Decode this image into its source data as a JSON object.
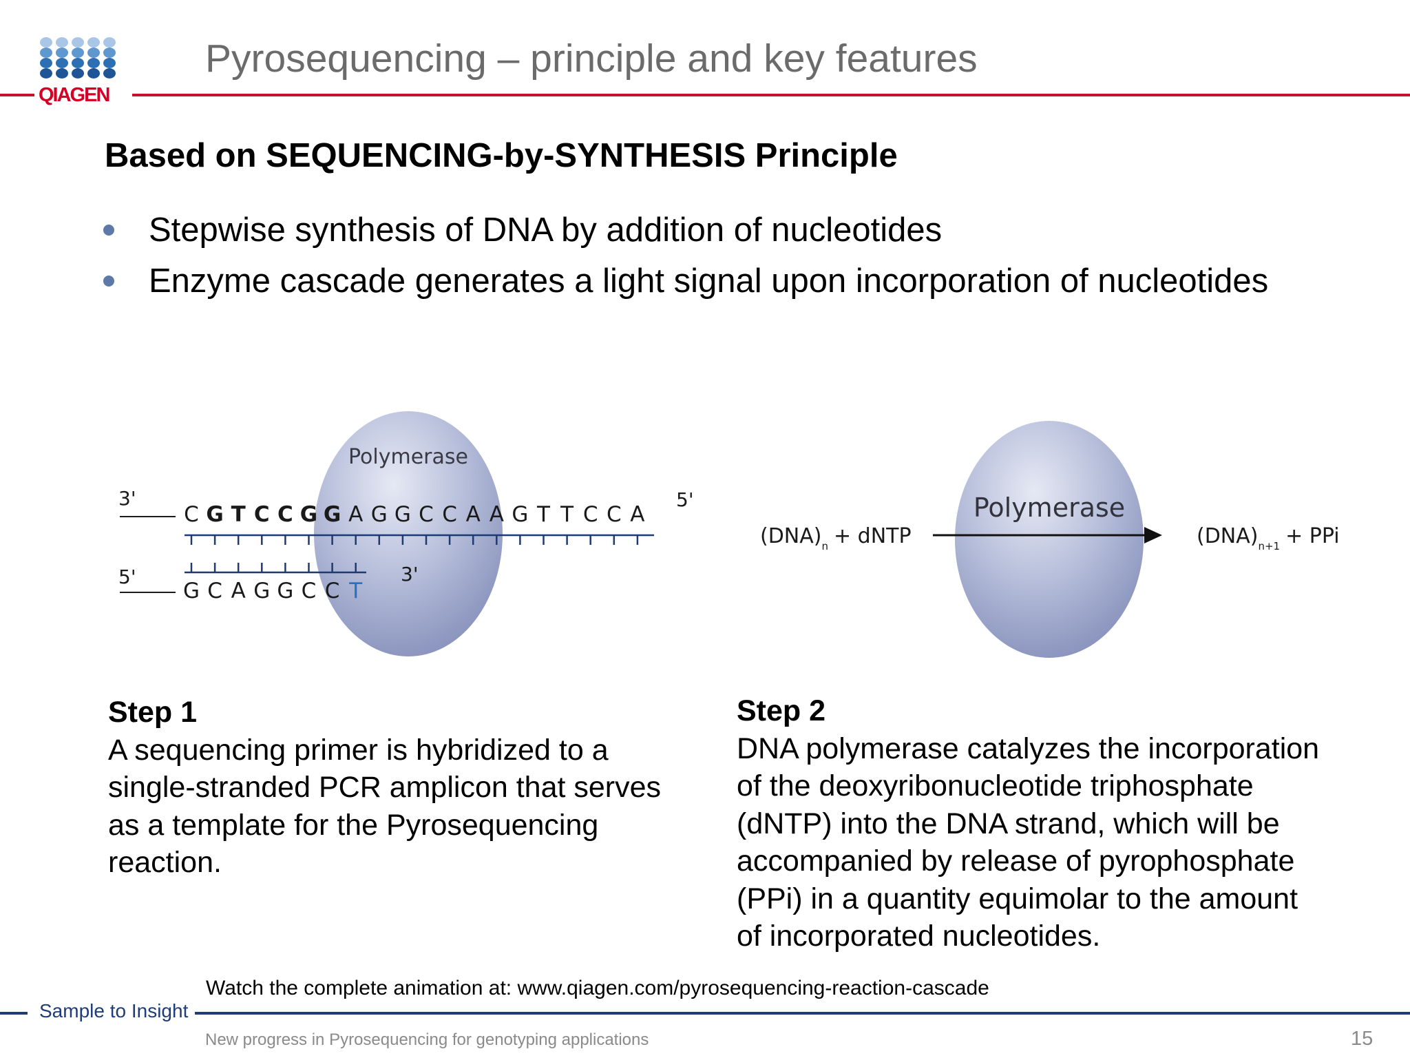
{
  "brand": {
    "logo_text": "QIAGEN",
    "tagline": "Sample to Insight",
    "accent_red": "#c8102e",
    "accent_navy": "#1d3c78"
  },
  "title": "Pyrosequencing – principle and key features",
  "subtitle": "Based on SEQUENCING-by-SYNTHESIS Principle",
  "bullets": [
    "Stepwise synthesis of DNA by addition of nucleotides",
    "Enzyme cascade generates a light signal upon incorporation of nucleotides"
  ],
  "diagram1": {
    "enzyme_label": "Polymerase",
    "template_3prime": "3'",
    "template_5prime": "5'",
    "template_sequence": "CGTCCGGAGGCCAAGTTCCA",
    "primer_5prime": "5'",
    "primer_3prime": "3'",
    "primer_sequence": "GCAGGCCT"
  },
  "diagram2": {
    "enzyme_label": "Polymerase",
    "lhs": "(DNA)",
    "lhs_sub": "n",
    "lhs_plus": "+ dNTP",
    "rhs": "(DNA)",
    "rhs_sub": "n+1",
    "rhs_plus": "+ PPi"
  },
  "step1": {
    "heading": "Step 1",
    "lines": [
      "A sequencing primer is hybridized to a",
      "single-stranded PCR amplicon that serves",
      "as a template for the Pyrosequencing",
      "reaction."
    ]
  },
  "step2": {
    "heading": "Step 2",
    "lines": [
      "DNA polymerase catalyzes the incorporation",
      "of the deoxyribonucleotide triphosphate",
      "(dNTP) into the DNA strand, which will be",
      "accompanied by release of pyrophosphate",
      "(PPi) in a quantity equimolar to the amount",
      "of incorporated nucleotides."
    ]
  },
  "watch_text": "Watch  the complete animation at: www.qiagen.com/pyrosequencing-reaction-cascade",
  "footer_text": "New progress in Pyrosequencing for genotyping applications",
  "page_number": "15"
}
